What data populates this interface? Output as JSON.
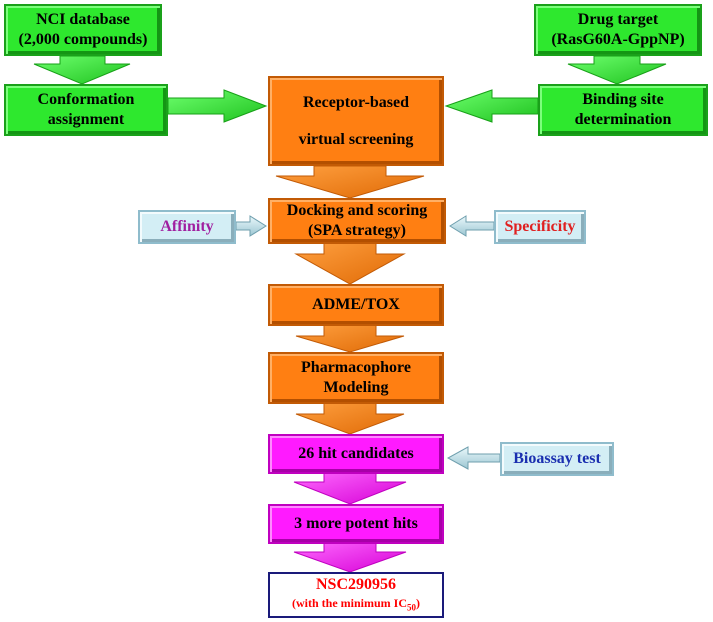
{
  "nodes": {
    "nci_database": {
      "line1": "NCI database",
      "line2": "(2,000  compounds)"
    },
    "drug_target": {
      "line1": "Drug target",
      "line2": "(RasG60A-GppNP)"
    },
    "conformation_assignment": {
      "line1": "Conformation",
      "line2": "assignment"
    },
    "binding_site": {
      "line1": "Binding site",
      "line2": "determination"
    },
    "receptor_screening": {
      "line1": "Receptor-based",
      "line2": "virtual screening"
    },
    "docking_scoring": {
      "line1": "Docking and scoring",
      "line2": "(SPA strategy)"
    },
    "affinity": {
      "label": "Affinity"
    },
    "specificity": {
      "label": "Specificity"
    },
    "adme_tox": {
      "label": "ADME/TOX"
    },
    "pharmacophore": {
      "line1": "Pharmacophore",
      "line2": "Modeling"
    },
    "hit_candidates": {
      "label": "26 hit candidates"
    },
    "bioassay": {
      "label": "Bioassay test"
    },
    "potent_hits": {
      "label": "3 more potent hits"
    },
    "final_compound": {
      "line1": "NSC290956",
      "line2_prefix": "(with the minimum IC",
      "line2_sub": "50",
      "line2_suffix": ")"
    }
  },
  "colors": {
    "green": "#2ee82e",
    "orange": "#ff7f12",
    "magenta": "#ff1aff",
    "pale_blue": "#d3eef5",
    "final_text": "#ff0000"
  }
}
